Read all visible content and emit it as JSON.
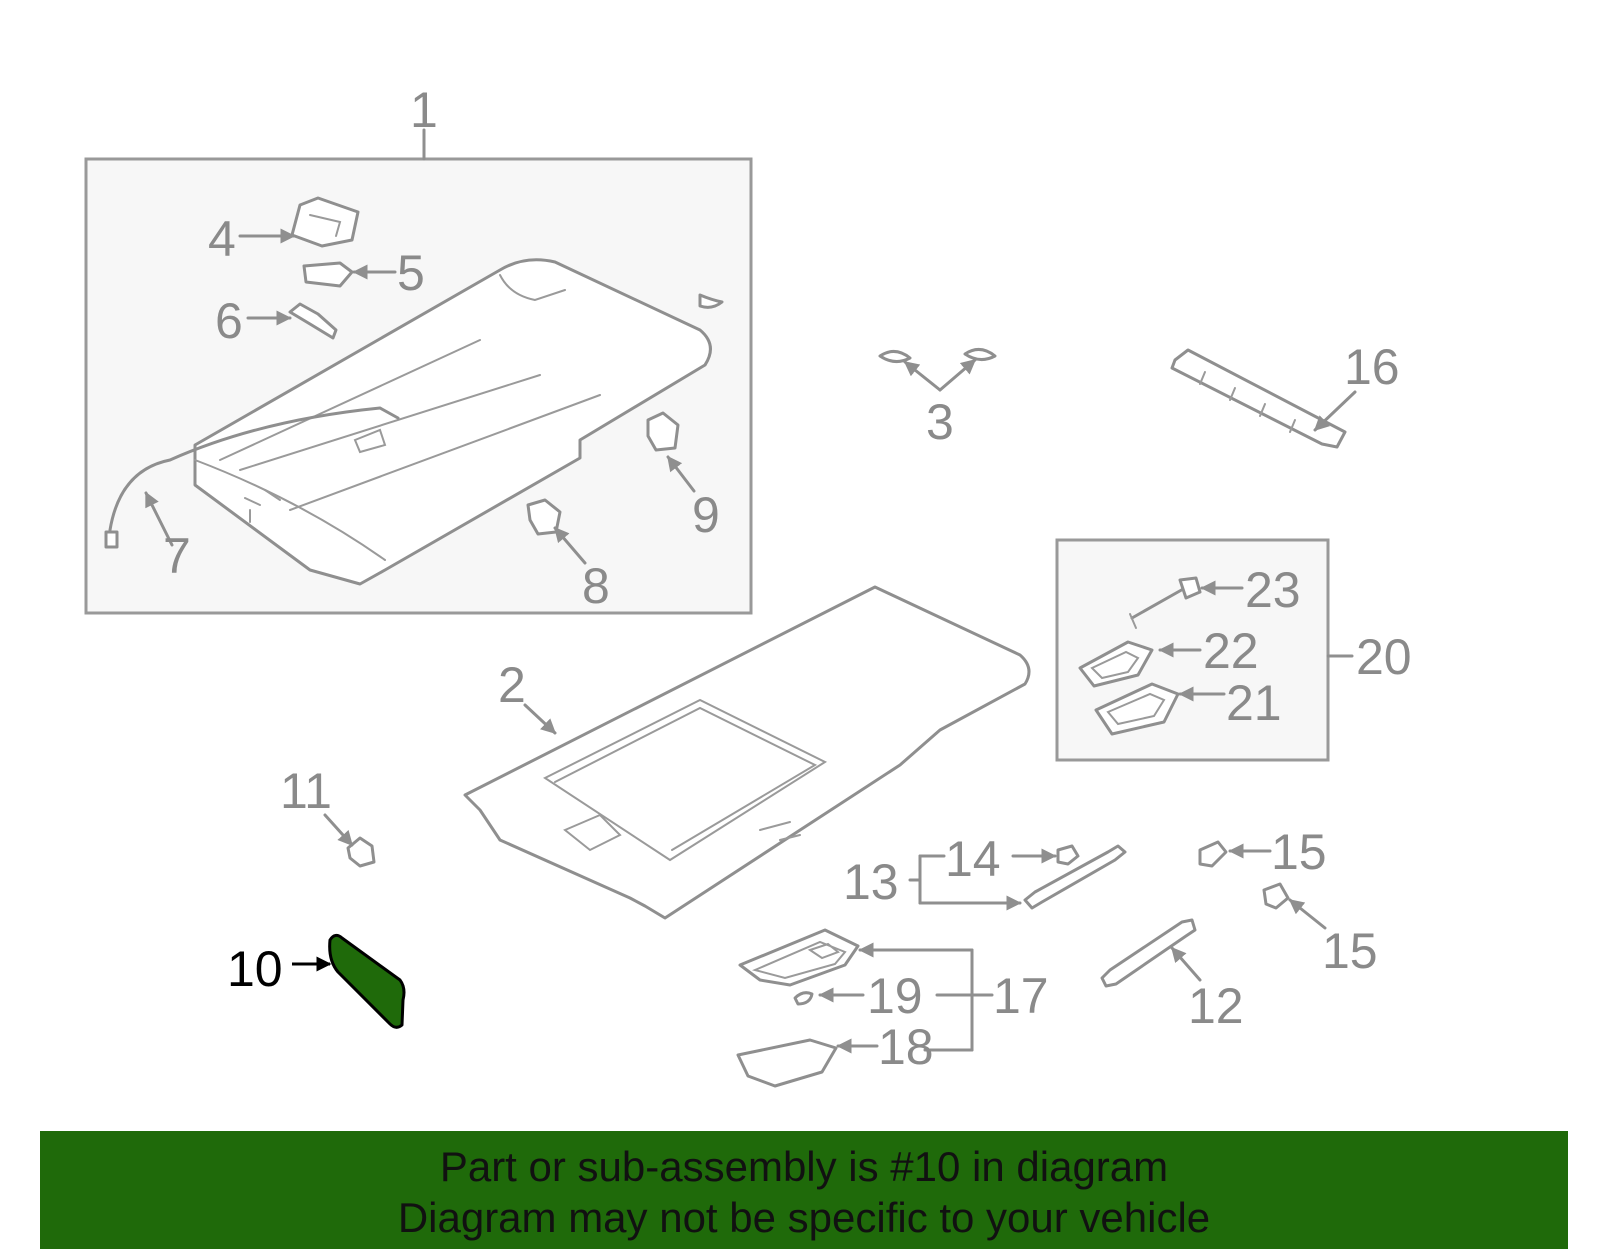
{
  "highlight_color": "#1f6a0a",
  "callouts": {
    "n1": "1",
    "n2": "2",
    "n3": "3",
    "n4": "4",
    "n5": "5",
    "n6": "6",
    "n7": "7",
    "n8": "8",
    "n9": "9",
    "n10": "10",
    "n11": "11",
    "n12": "12",
    "n13": "13",
    "n14": "14",
    "n15a": "15",
    "n15b": "15",
    "n16": "16",
    "n17": "17",
    "n18": "18",
    "n19": "19",
    "n20": "20",
    "n21": "21",
    "n22": "22",
    "n23": "23"
  },
  "banner": {
    "line1": "Part or sub-assembly is #10 in diagram",
    "line2": "Diagram may not be specific to your vehicle"
  }
}
